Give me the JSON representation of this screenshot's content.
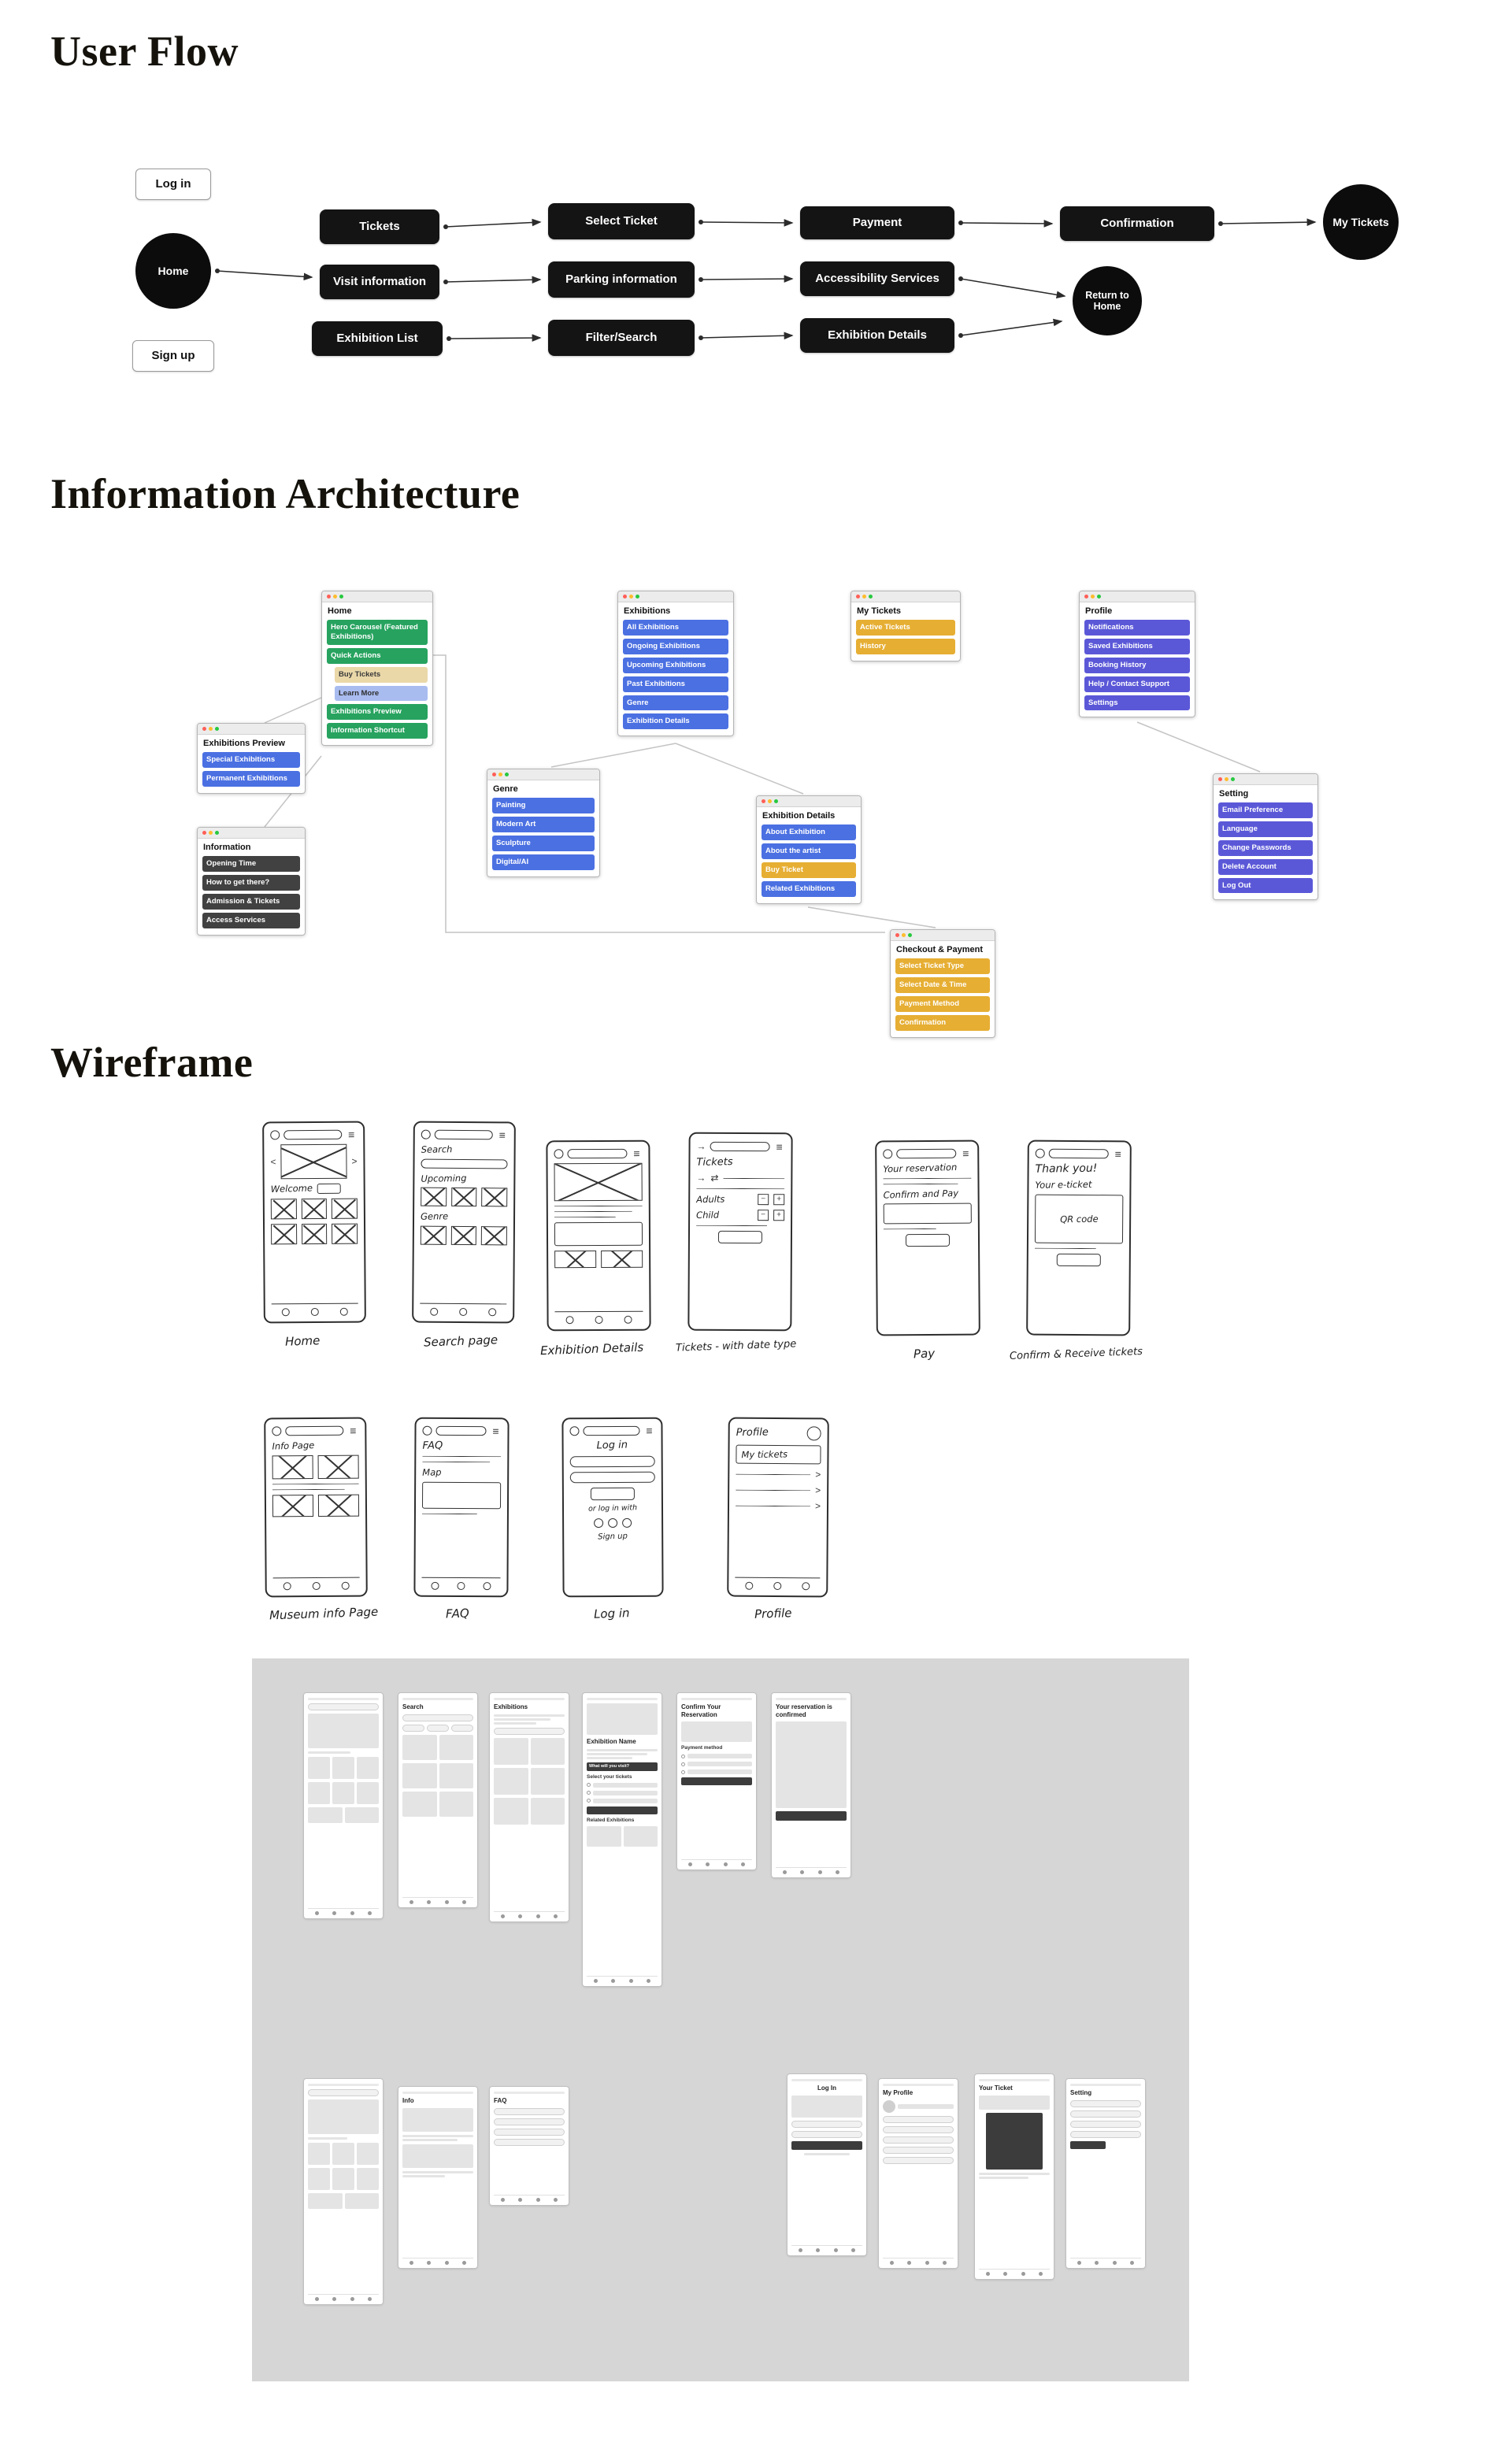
{
  "user_flow": {
    "title": "User Flow",
    "nodes": {
      "login": "Log in",
      "home": "Home",
      "signup": "Sign up",
      "tickets": "Tickets",
      "visit_information": "Visit information",
      "exhibition_list": "Exhibition List",
      "select_ticket": "Select Ticket",
      "parking_information": "Parking information",
      "filter_search": "Filter/Search",
      "payment": "Payment",
      "accessibility_services": "Accessibility Services",
      "exhibition_details": "Exhibition Details",
      "confirmation": "Confirmation",
      "return_home": "Return to Home",
      "my_tickets": "My Tickets"
    }
  },
  "ia": {
    "title": "Information Architecture",
    "boxes": {
      "home": {
        "title": "Home",
        "rows": [
          "Hero Carousel (Featured Exhibitions)",
          "Quick Actions",
          "Buy Tickets",
          "Learn More",
          "Exhibitions Preview",
          "Information Shortcut"
        ]
      },
      "exhibitions_preview": {
        "title": "Exhibitions Preview",
        "rows": [
          "Special Exhibitions",
          "Permanent Exhibitions"
        ]
      },
      "information": {
        "title": "Information",
        "rows": [
          "Opening Time",
          "How to get there?",
          "Admission & Tickets",
          "Access Services"
        ]
      },
      "exhibitions": {
        "title": "Exhibitions",
        "rows": [
          "All Exhibitions",
          "Ongoing Exhibitions",
          "Upcoming Exhibitions",
          "Past Exhibitions",
          "Genre",
          "Exhibition Details"
        ]
      },
      "genre": {
        "title": "Genre",
        "rows": [
          "Painting",
          "Modern Art",
          "Sculpture",
          "Digital/AI"
        ]
      },
      "my_tickets": {
        "title": "My Tickets",
        "rows": [
          "Active Tickets",
          "History"
        ]
      },
      "exhibition_details": {
        "title": "Exhibition Details",
        "rows": [
          "About Exhibition",
          "About the artist",
          "Buy Ticket",
          "Related Exhibitions"
        ]
      },
      "checkout": {
        "title": "Checkout & Payment",
        "rows": [
          "Select Ticket Type",
          "Select Date & Time",
          "Payment Method",
          "Confirmation"
        ]
      },
      "profile": {
        "title": "Profile",
        "rows": [
          "Notifications",
          "Saved Exhibitions",
          "Booking History",
          "Help / Contact Support",
          "Settings"
        ]
      },
      "setting": {
        "title": "Setting",
        "rows": [
          "Email Preference",
          "Language",
          "Change Passwords",
          "Delete Account",
          "Log Out"
        ]
      }
    }
  },
  "wireframe": {
    "title": "Wireframe",
    "sketches": {
      "home": {
        "caption": "Home",
        "welcome": "Welcome"
      },
      "search": {
        "caption": "Search page",
        "search": "Search",
        "upcoming": "Upcoming",
        "genre": "Genre"
      },
      "details": {
        "caption": "Exhibition Details"
      },
      "tickets": {
        "caption": "Tickets - with date type",
        "tickets": "Tickets",
        "adults": "Adults",
        "child": "Child"
      },
      "pay": {
        "caption": "Pay",
        "reservation": "Your reservation",
        "confirm": "Confirm and Pay"
      },
      "confirm": {
        "caption": "Confirm & Receive tickets",
        "thanks": "Thank you!",
        "eticket": "Your e-ticket",
        "qr": "QR code"
      },
      "info": {
        "caption": "Museum info Page",
        "label": "Info Page"
      },
      "faq": {
        "caption": "FAQ",
        "faq": "FAQ",
        "map": "Map"
      },
      "login": {
        "caption": "Log in",
        "login": "Log in",
        "or": "or log in with",
        "signup": "Sign up"
      },
      "profile": {
        "caption": "Profile",
        "profile": "Profile",
        "mytickets": "My tickets"
      }
    },
    "screens": {
      "search": {
        "title": "Search"
      },
      "exhibitions": {
        "title": "Exhibitions"
      },
      "exhibition_name": {
        "title": "Exhibition Name",
        "section1": "What will you visit?",
        "section2": "Select your tickets",
        "section3": "Related Exhibitions"
      },
      "confirm": {
        "title": "Confirm Your Reservation",
        "subtitle": "Payment method"
      },
      "confirmed": {
        "title": "Your reservation is confirmed"
      },
      "info": {
        "title": "Info"
      },
      "faq": {
        "title": "FAQ"
      },
      "login": {
        "title": "Log In"
      },
      "profile": {
        "title": "My Profile"
      },
      "ticket": {
        "title": "Your Ticket"
      },
      "setting": {
        "title": "Setting"
      }
    }
  }
}
